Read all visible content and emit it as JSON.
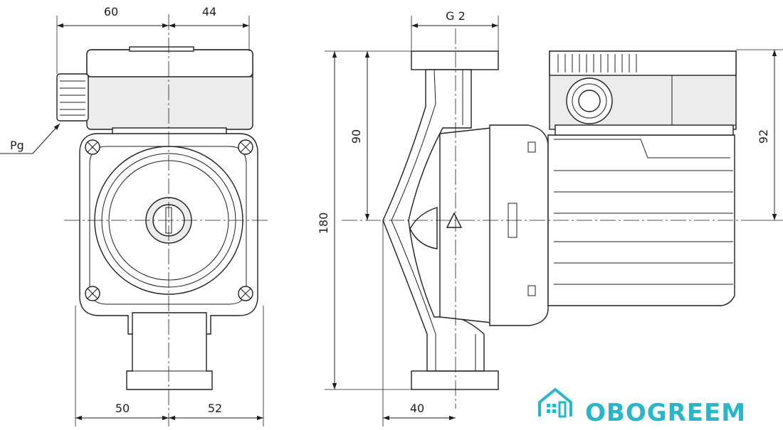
{
  "dimensions": {
    "top_left": "60",
    "top_right": "44",
    "bottom_left": "50",
    "bottom_right": "52",
    "thread": "G 2",
    "height_total": "180",
    "height_upper": "90",
    "side_height": "92",
    "port_offset": "40",
    "cable_label": "Pg"
  },
  "brand": {
    "name": "OBOGREEM",
    "color": "#29b6c8",
    "icon": "house-icon"
  }
}
